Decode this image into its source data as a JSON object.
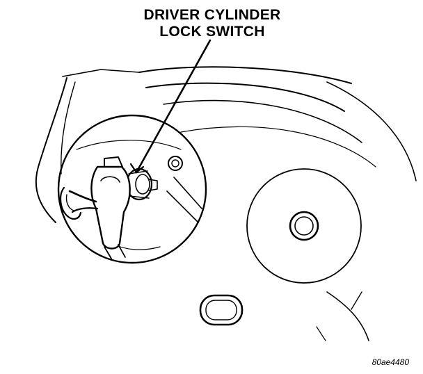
{
  "callout": {
    "line1": "DRIVER CYLINDER",
    "line2": "LOCK SWITCH"
  },
  "figure_id": "80ae4480",
  "colors": {
    "ink": "#000000",
    "paper": "#ffffff"
  }
}
